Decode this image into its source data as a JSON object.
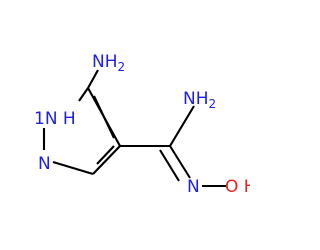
{
  "molecule": {
    "labels": {
      "amino_top": {
        "main": "NH",
        "sub": "2"
      },
      "amidine_nh2": {
        "main": "NH",
        "sub": "2"
      },
      "ring_nh": "1N H",
      "ring_nh_alt": "H",
      "ring_n": "N",
      "oxime_n": "N",
      "hydroxyl": "O H"
    },
    "colors": {
      "nitrogen": "#1f1fe6",
      "oxygen": "#e61f1f",
      "bond": "#000000"
    }
  }
}
